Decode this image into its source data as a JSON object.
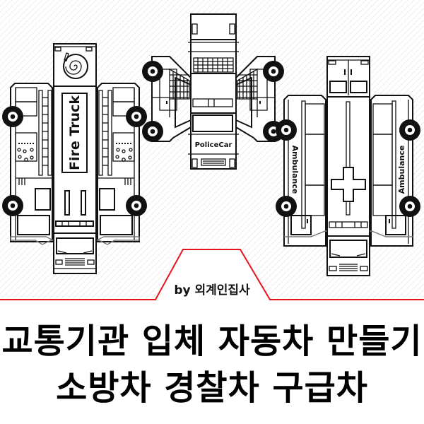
{
  "vehicles": {
    "fire_truck": {
      "label": "Fire Truck"
    },
    "police_car": {
      "label": "PoliceCar"
    },
    "ambulance": {
      "label_left": "Ambulance",
      "label_right": "Ambulance"
    }
  },
  "credit": "by 외계인집사",
  "title": {
    "line1": "교통기관 입체 자동차 만들기",
    "line2": "소방차 경찰차 구급차"
  },
  "colors": {
    "accent_line": "#e8141c",
    "hatch": "#c8c8c8",
    "ink": "#111111",
    "background": "#ffffff"
  }
}
